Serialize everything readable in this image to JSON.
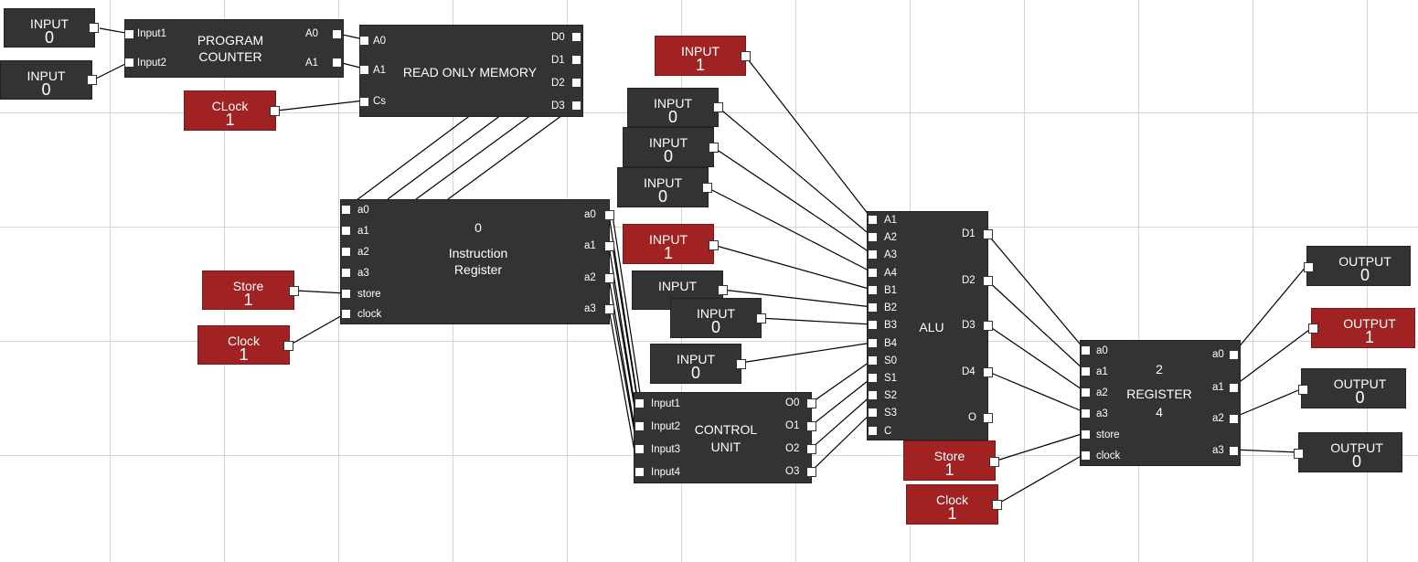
{
  "inputs": [
    {
      "id": "in_pc1",
      "label": "INPUT",
      "value": "0"
    },
    {
      "id": "in_pc2",
      "label": "INPUT",
      "value": "0"
    },
    {
      "id": "in_top",
      "label": "INPUT",
      "value": "1"
    },
    {
      "id": "in_a2",
      "label": "INPUT",
      "value": "0"
    },
    {
      "id": "in_a3",
      "label": "INPUT",
      "value": "0"
    },
    {
      "id": "in_a4",
      "label": "INPUT",
      "value": "0"
    },
    {
      "id": "in_b1",
      "label": "INPUT",
      "value": "1"
    },
    {
      "id": "in_b2",
      "label": "INPUT",
      "value": ""
    },
    {
      "id": "in_b3",
      "label": "INPUT",
      "value": "0"
    },
    {
      "id": "in_b4",
      "label": "INPUT",
      "value": "0"
    }
  ],
  "controls": {
    "rom_clock": {
      "label": "CLock",
      "value": "1"
    },
    "ir_store": {
      "label": "Store",
      "value": "1"
    },
    "ir_clock": {
      "label": "Clock",
      "value": "1"
    },
    "reg_store": {
      "label": "Store",
      "value": "1"
    },
    "reg_clock": {
      "label": "Clock",
      "value": "1"
    }
  },
  "outputs": [
    {
      "id": "out0",
      "label": "OUTPUT",
      "value": "0"
    },
    {
      "id": "out1",
      "label": "OUTPUT",
      "value": "1"
    },
    {
      "id": "out2",
      "label": "OUTPUT",
      "value": "0"
    },
    {
      "id": "out3",
      "label": "OUTPUT",
      "value": "0"
    }
  ],
  "program_counter": {
    "title_line1": "PROGRAM",
    "title_line2": "COUNTER",
    "inputs": [
      "Input1",
      "Input2"
    ],
    "outputs": [
      "A0",
      "A1"
    ]
  },
  "rom": {
    "title": "READ ONLY MEMORY",
    "inputs": [
      "A0",
      "A1",
      "Cs"
    ],
    "outputs": [
      "D0",
      "D1",
      "D2",
      "D3"
    ]
  },
  "instruction_register": {
    "value": "0",
    "title_line1": "Instruction",
    "title_line2": "Register",
    "inputs": [
      "a0",
      "a1",
      "a2",
      "a3",
      "store",
      "clock"
    ],
    "outputs": [
      "a0",
      "a1",
      "a2",
      "a3"
    ]
  },
  "control_unit": {
    "title_line1": "CONTROL",
    "title_line2": "UNIT",
    "inputs": [
      "Input1",
      "Input2",
      "Input3",
      "Input4"
    ],
    "outputs": [
      "O0",
      "O1",
      "O2",
      "O3"
    ]
  },
  "alu": {
    "title": "ALU",
    "inputs": [
      "A1",
      "A2",
      "A3",
      "A4",
      "B1",
      "B2",
      "B3",
      "B4",
      "S0",
      "S1",
      "S2",
      "S3",
      "C"
    ],
    "outputs": [
      "D1",
      "D2",
      "D3",
      "D4",
      "O"
    ]
  },
  "register": {
    "value_top": "2",
    "title": "REGISTER",
    "value_bottom": "4",
    "inputs": [
      "a0",
      "a1",
      "a2",
      "a3",
      "store",
      "clock"
    ],
    "outputs": [
      "a0",
      "a1",
      "a2",
      "a3"
    ]
  }
}
